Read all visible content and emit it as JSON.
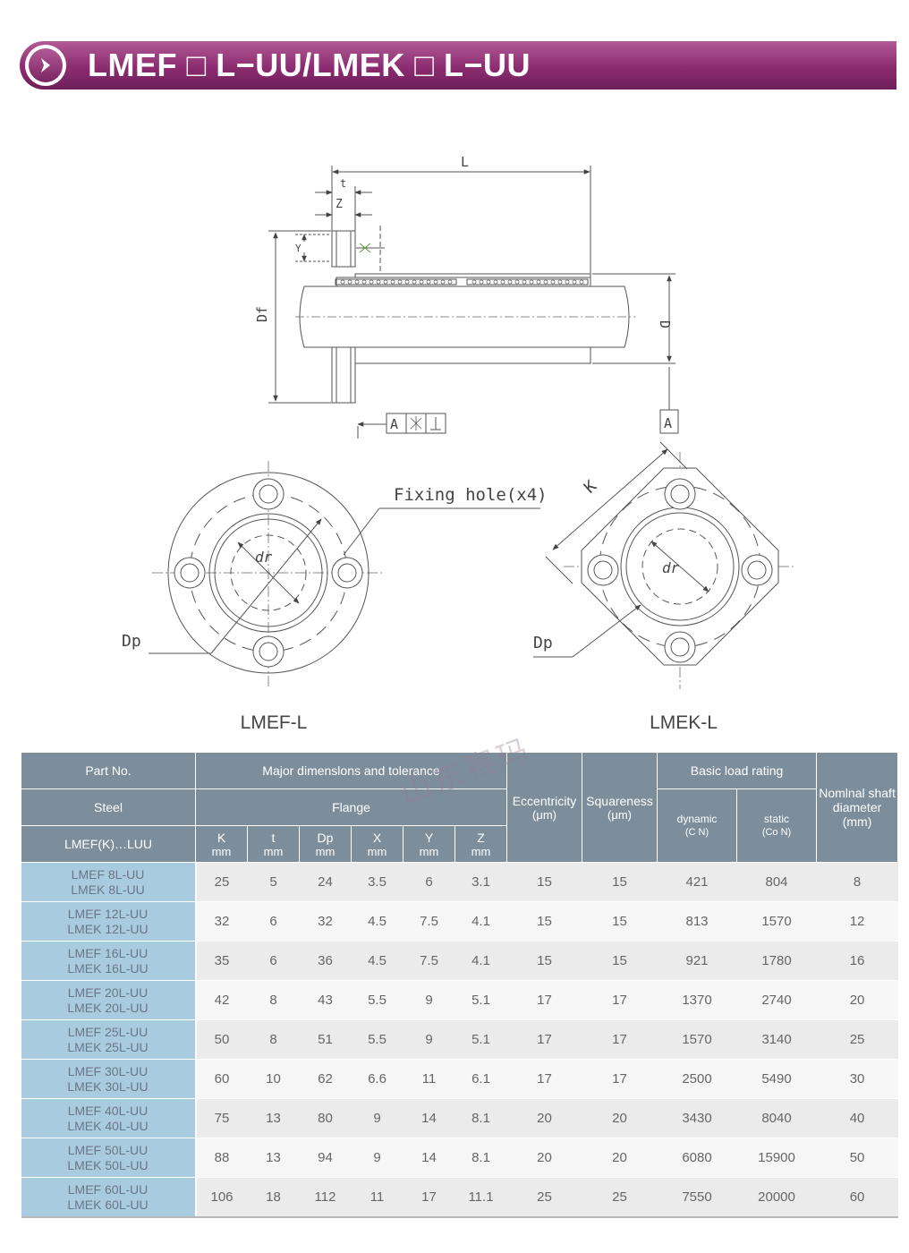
{
  "banner": {
    "title": "LMEF □ L−UU/LMEK □ L−UU"
  },
  "drawing": {
    "dim_L": "L",
    "dim_t": "t",
    "dim_Z": "Z",
    "dim_Y": "Y",
    "dim_Df": "Df",
    "dim_D": "D",
    "datum_A": "A",
    "fixing_hole": "Fixing hole(x4)",
    "dr": "dr",
    "Dp": "Dp",
    "K": "K",
    "caption_left": "LMEF-L",
    "caption_right": "LMEK-L"
  },
  "watermark": "山东赛玛",
  "table": {
    "headers": {
      "part_no": "Part No.",
      "steel": "Steel",
      "series": "LMEF(K)…LUU",
      "major": "Major dimenslons and tolerance",
      "flange": "Flange",
      "eccentricity": "Eccentricity",
      "squareness": "Squareness",
      "um": "(μm)",
      "basic_load": "Basic load rating",
      "dynamic": "dynamic",
      "dynamic_unit": "(C N)",
      "static": "static",
      "static_unit": "(Co N)",
      "shaft": "Nomlnal shaft diameter (mm)",
      "cols": [
        {
          "name": "K",
          "unit": "mm"
        },
        {
          "name": "t",
          "unit": "mm"
        },
        {
          "name": "Dp",
          "unit": "mm"
        },
        {
          "name": "X",
          "unit": "mm"
        },
        {
          "name": "Y",
          "unit": "mm"
        },
        {
          "name": "Z",
          "unit": "mm"
        }
      ]
    },
    "rows": [
      {
        "p1": "LMEF 8L-UU",
        "p2": "LMEK 8L-UU",
        "K": "25",
        "t": "5",
        "Dp": "24",
        "X": "3.5",
        "Y": "6",
        "Z": "3.1",
        "ecc": "15",
        "sq": "15",
        "dyn": "421",
        "sta": "804",
        "shaft": "8"
      },
      {
        "p1": "LMEF 12L-UU",
        "p2": "LMEK 12L-UU",
        "K": "32",
        "t": "6",
        "Dp": "32",
        "X": "4.5",
        "Y": "7.5",
        "Z": "4.1",
        "ecc": "15",
        "sq": "15",
        "dyn": "813",
        "sta": "1570",
        "shaft": "12"
      },
      {
        "p1": "LMEF 16L-UU",
        "p2": "LMEK 16L-UU",
        "K": "35",
        "t": "6",
        "Dp": "36",
        "X": "4.5",
        "Y": "7.5",
        "Z": "4.1",
        "ecc": "15",
        "sq": "15",
        "dyn": "921",
        "sta": "1780",
        "shaft": "16"
      },
      {
        "p1": "LMEF 20L-UU",
        "p2": "LMEK 20L-UU",
        "K": "42",
        "t": "8",
        "Dp": "43",
        "X": "5.5",
        "Y": "9",
        "Z": "5.1",
        "ecc": "17",
        "sq": "17",
        "dyn": "1370",
        "sta": "2740",
        "shaft": "20"
      },
      {
        "p1": "LMEF 25L-UU",
        "p2": "LMEK 25L-UU",
        "K": "50",
        "t": "8",
        "Dp": "51",
        "X": "5.5",
        "Y": "9",
        "Z": "5.1",
        "ecc": "17",
        "sq": "17",
        "dyn": "1570",
        "sta": "3140",
        "shaft": "25"
      },
      {
        "p1": "LMEF 30L-UU",
        "p2": "LMEK 30L-UU",
        "K": "60",
        "t": "10",
        "Dp": "62",
        "X": "6.6",
        "Y": "11",
        "Z": "6.1",
        "ecc": "17",
        "sq": "17",
        "dyn": "2500",
        "sta": "5490",
        "shaft": "30"
      },
      {
        "p1": "LMEF 40L-UU",
        "p2": "LMEK 40L-UU",
        "K": "75",
        "t": "13",
        "Dp": "80",
        "X": "9",
        "Y": "14",
        "Z": "8.1",
        "ecc": "20",
        "sq": "20",
        "dyn": "3430",
        "sta": "8040",
        "shaft": "40"
      },
      {
        "p1": "LMEF 50L-UU",
        "p2": "LMEK 50L-UU",
        "K": "88",
        "t": "13",
        "Dp": "94",
        "X": "9",
        "Y": "14",
        "Z": "8.1",
        "ecc": "20",
        "sq": "20",
        "dyn": "6080",
        "sta": "15900",
        "shaft": "50"
      },
      {
        "p1": "LMEF 60L-UU",
        "p2": "LMEK 60L-UU",
        "K": "106",
        "t": "18",
        "Dp": "112",
        "X": "11",
        "Y": "17",
        "Z": "11.1",
        "ecc": "25",
        "sq": "25",
        "dyn": "7550",
        "sta": "20000",
        "shaft": "60"
      }
    ]
  }
}
